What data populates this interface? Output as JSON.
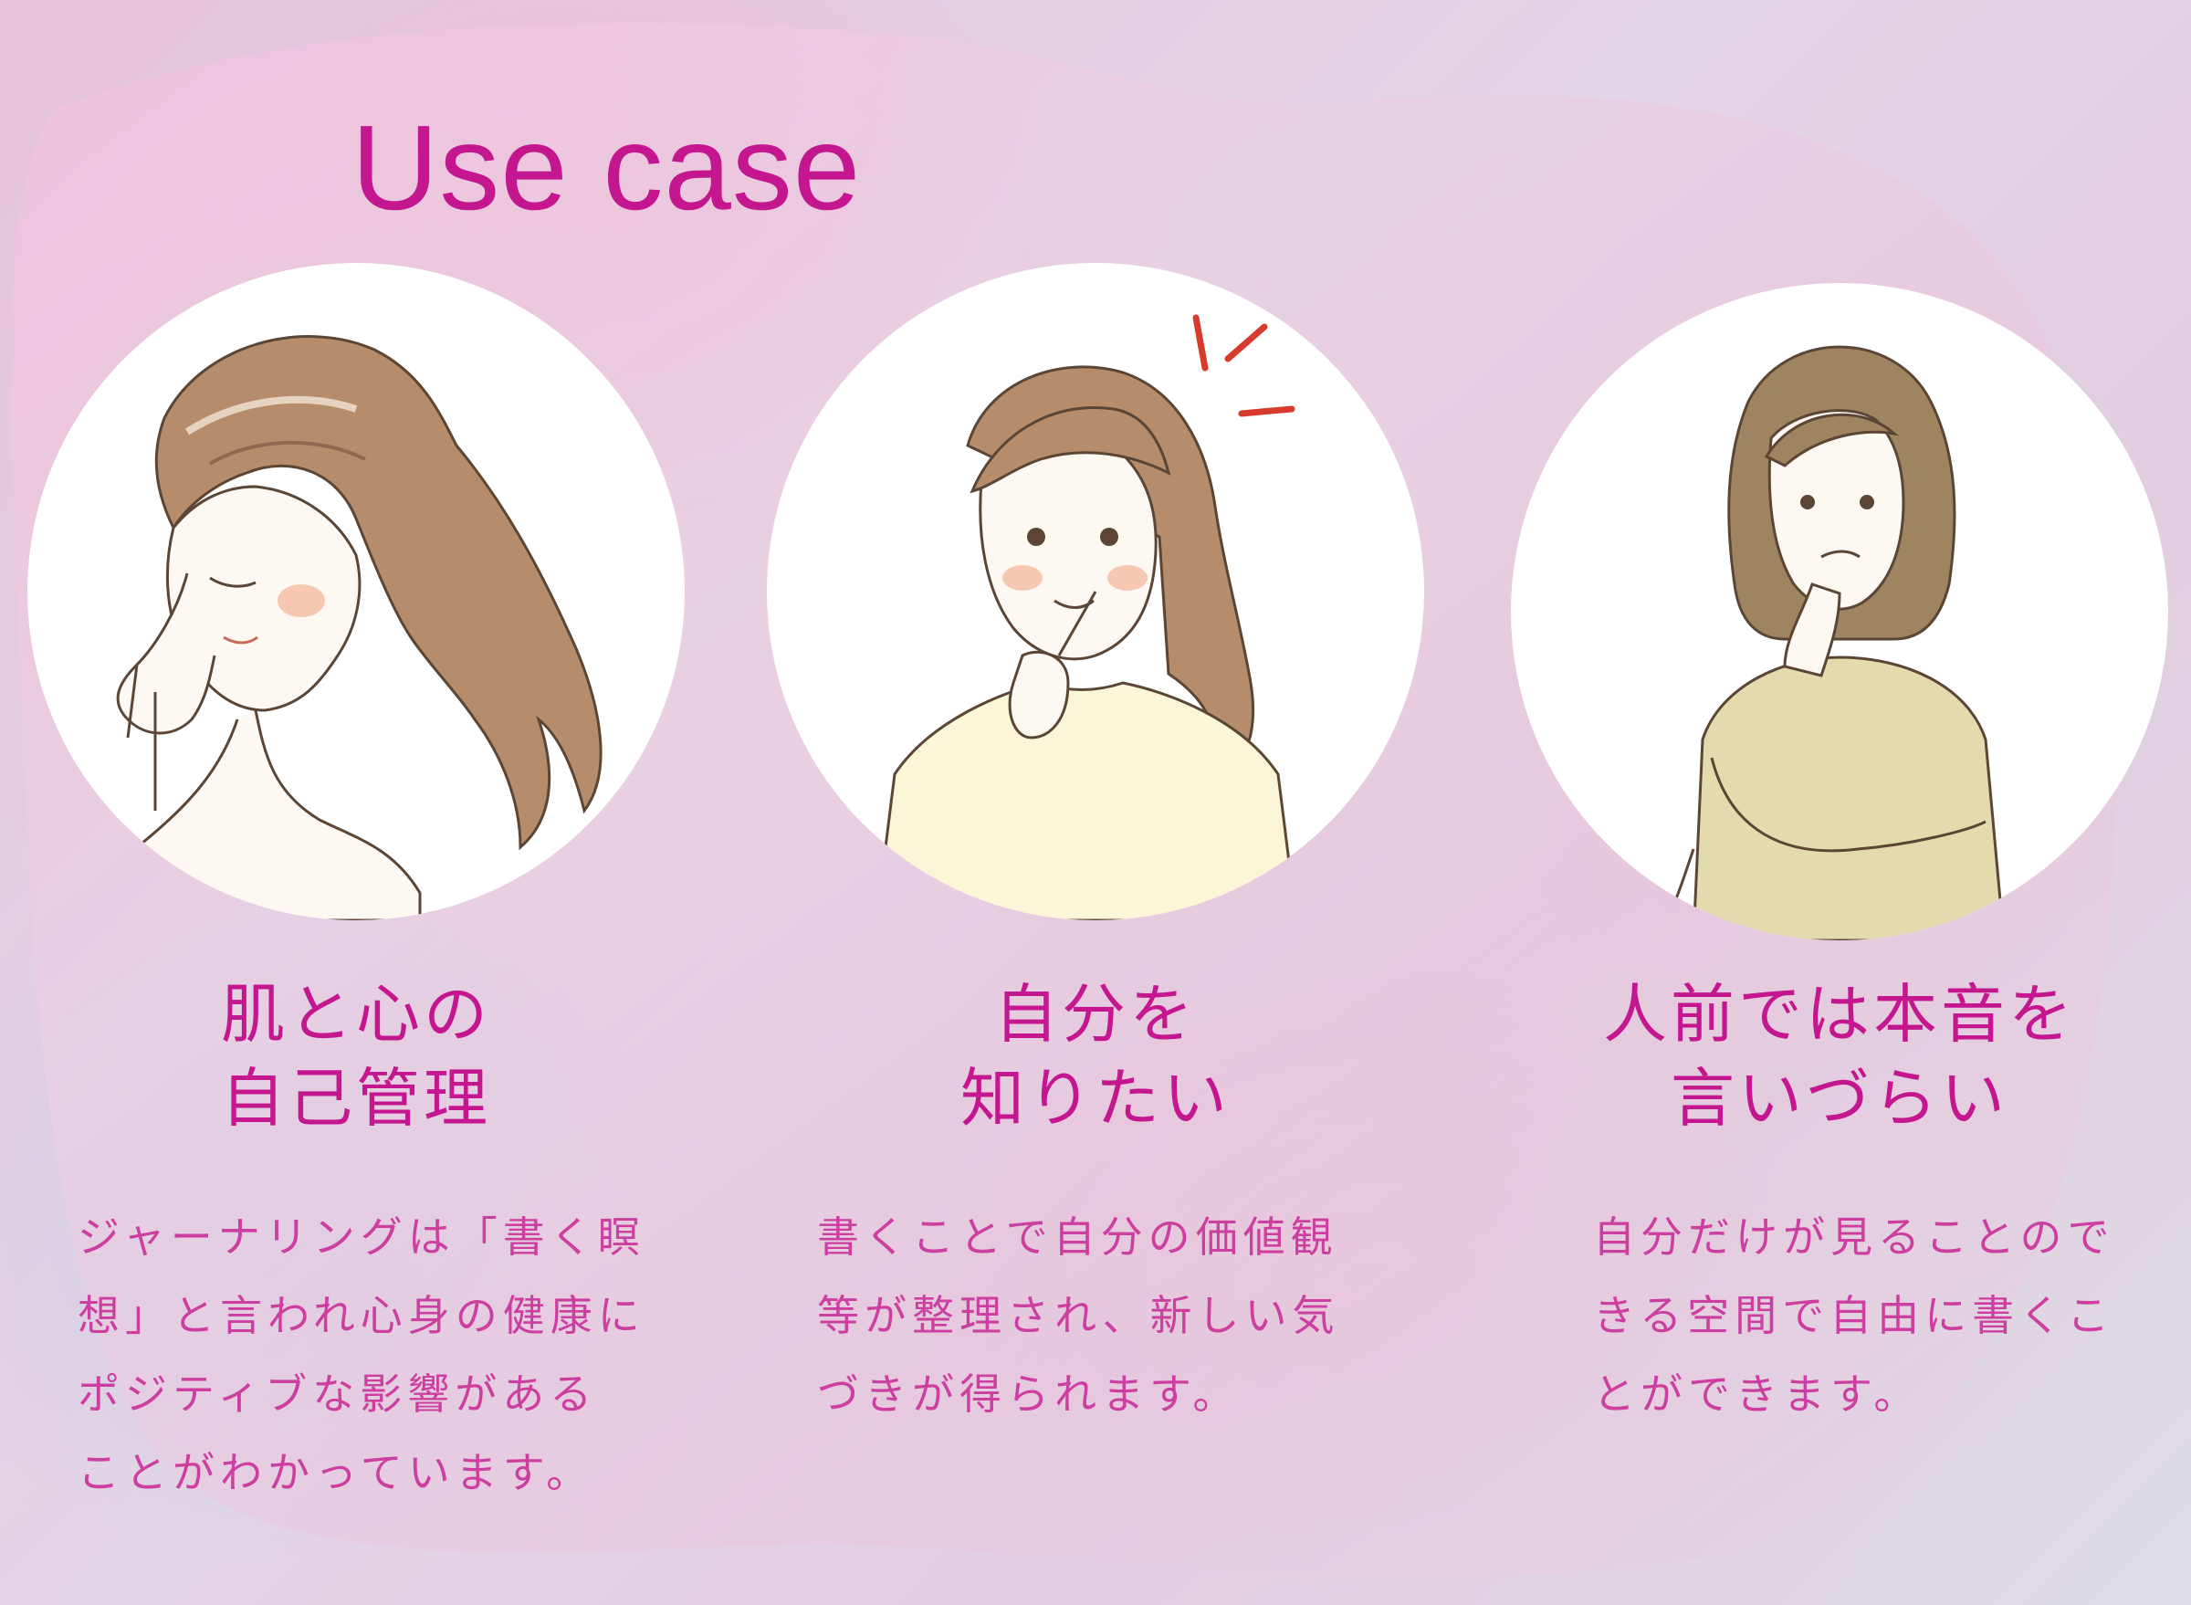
{
  "section": {
    "title": "Use case"
  },
  "colors": {
    "accent": "#c4168e",
    "body_text": "#cc3fa0",
    "circle": "#ffffff"
  },
  "cases": [
    {
      "image": "woman-touching-cheek-eyes-closed-illustration",
      "title_lines": [
        "肌と心の",
        "自己管理"
      ],
      "body_lines": [
        "ジャーナリングは「書く瞑",
        "想」と言われ心身の健康に",
        "ポジティブな影響がある",
        "ことがわかっています。"
      ]
    },
    {
      "image": "smiling-woman-finger-on-chin-illustration",
      "title_lines": [
        "自分を",
        "知りたい"
      ],
      "body_lines": [
        "書くことで自分の価値観",
        "等が整理され、新しい気",
        "づきが得られます。"
      ]
    },
    {
      "image": "worried-woman-bob-hair-illustration",
      "title_lines": [
        "人前では本音を",
        "言いづらい"
      ],
      "body_lines": [
        "自分だけが見ることので",
        "きる空間で自由に書くこ",
        "とができます。"
      ]
    }
  ]
}
